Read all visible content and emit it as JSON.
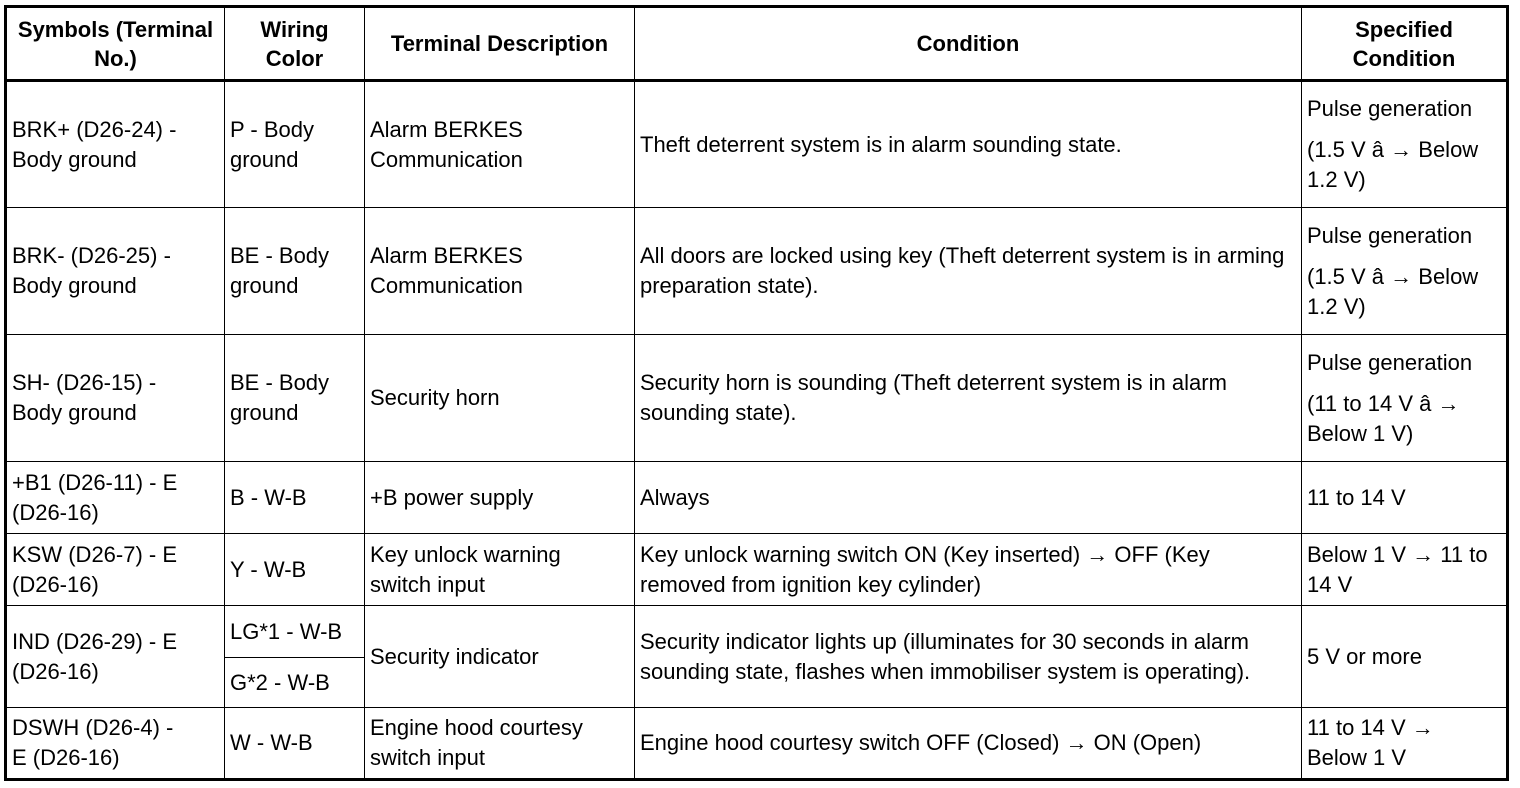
{
  "table": {
    "headers": {
      "symbols": "Symbols (Terminal No.)",
      "wiring": "Wiring Color",
      "terminal": "Terminal Description",
      "condition": "Condition",
      "specified": "Specified Condition"
    },
    "rows": [
      {
        "symbol": "BRK+ (D26-24) - Body ground",
        "wiring": "P - Body ground",
        "terminal": "Alarm BERKES Communication",
        "condition": "Theft deterrent system is in alarm sounding state.",
        "spec_title": "Pulse generation",
        "spec_range": "(1.5 V â → Below 1.2 V)"
      },
      {
        "symbol": "BRK- (D26-25) - Body ground",
        "wiring": "BE - Body ground",
        "terminal": "Alarm BERKES Communication",
        "condition": "All doors are locked using key (Theft deterrent system is in arming preparation state).",
        "spec_title": "Pulse generation",
        "spec_range": "(1.5 V â → Below 1.2 V)"
      },
      {
        "symbol": "SH- (D26-15) - Body ground",
        "wiring": "BE - Body ground",
        "terminal": "Security horn",
        "condition": "Security horn is sounding (Theft deterrent system is in alarm sounding state).",
        "spec_title": "Pulse generation",
        "spec_range": "(11 to 14 V â → Below 1 V)"
      },
      {
        "symbol": "+B1 (D26-11) - E (D26-16)",
        "wiring": "B - W-B",
        "terminal": "+B power supply",
        "condition": "Always",
        "spec": "11 to 14 V"
      },
      {
        "symbol": "KSW (D26-7) - E (D26-16)",
        "wiring": "Y - W-B",
        "terminal": "Key unlock warning switch input",
        "condition": "Key unlock warning switch ON (Key inserted) → OFF (Key removed from ignition key cylinder)",
        "spec": "Below 1 V → 11 to 14 V"
      },
      {
        "symbol": "IND (D26-29) - E (D26-16)",
        "wiring_a": "LG*1 - W-B",
        "wiring_b": "G*2 - W-B",
        "terminal": "Security indicator",
        "condition": "Security indicator lights up (illuminates for 30 seconds in alarm sounding state, flashes when immobiliser system is operating).",
        "spec": "5 V or more"
      },
      {
        "symbol": "DSWH (D26-4) - E (D26-16)",
        "wiring": "W - W-B",
        "terminal": "Engine hood courtesy switch input",
        "condition": "Engine hood courtesy switch OFF (Closed) → ON (Open)",
        "spec": "11 to 14 V → Below 1 V"
      }
    ]
  }
}
